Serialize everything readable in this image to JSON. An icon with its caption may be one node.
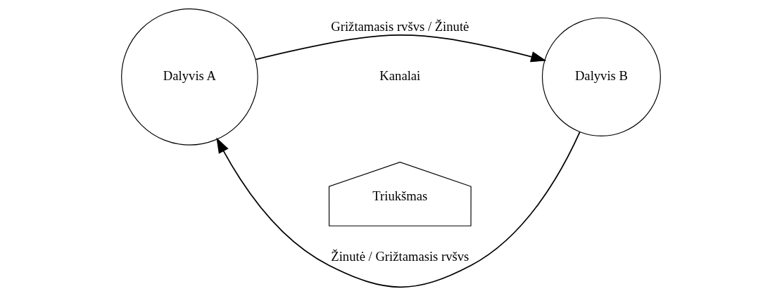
{
  "diagram": {
    "nodes": [
      {
        "text": [
          "Dalyvis A"
        ]
      },
      {
        "text": [
          "Dalyvis B"
        ]
      },
      {
        "text": [
          "Triukšmas"
        ]
      }
    ],
    "edges": [
      {
        "from": 1,
        "to": 0,
        "arrow": "to",
        "label": "Žinutė / Grižtamasis rvšvs"
      },
      {
        "from": 0,
        "to": 1,
        "arrow": "to",
        "label": "Grižtamasis rvšvs / Žinutė"
      }
    ],
    "labels": [
      "Kanalai"
    ]
  }
}
